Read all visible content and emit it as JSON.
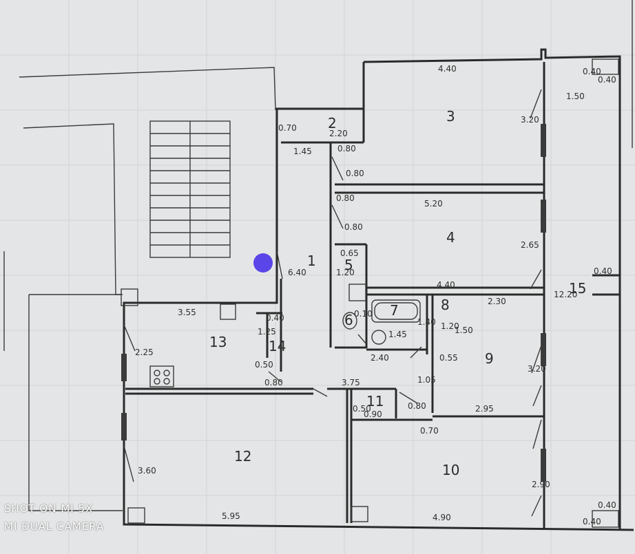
{
  "rooms": [
    "1",
    "2",
    "3",
    "4",
    "5",
    "6",
    "7",
    "8",
    "9",
    "10",
    "11",
    "12",
    "13",
    "14",
    "15"
  ],
  "dimensions": {
    "r2_w": "2.20",
    "r2_side": "0.70",
    "corr_w": "1.45",
    "d_08a": "0.80",
    "d_08b": "0.80",
    "d_08c": "0.80",
    "d_08d": "0.80",
    "r3_w": "4.40",
    "r3_h": "3.20",
    "r4_w": "5.20",
    "r4_h": "2.65",
    "r5_a": "0.65",
    "r5_b": "1.20",
    "r1_h": "6.40",
    "r6_w": "4.40",
    "r6_x": "0.10",
    "r7_w": "1.45",
    "r7_h": "1.40",
    "r8_a": "1.20",
    "r8_b": "1.50",
    "r9_w": "2.30",
    "r9_a": "0.55",
    "r9_h": "3.20",
    "r9_c": "1.05",
    "r9_d": "2.40",
    "r9_b": "2.95",
    "r10_w": "4.90",
    "r10_h": "2.90",
    "r10_d": "0.70",
    "r10_e": "0.80",
    "r11_a": "0.50",
    "r11_b": "0.90",
    "r12_w": "5.95",
    "r12_h": "3.60",
    "r13_w": "3.55",
    "r13_h": "2.25",
    "r13_d": "0.80",
    "r14_a": "1.25",
    "r14_b": "0.40",
    "r14_c": "0.50",
    "r15_h": "12.20",
    "r15_a": "0.40",
    "r15_b": "1.50",
    "corner_a": "0.40",
    "corner_b": "0.40",
    "corner_c": "0.40",
    "corner_d": "0.40",
    "hall_w": "3.75"
  },
  "watermark": {
    "line1": "SHOT ON MI 5X",
    "line2": "MI DUAL CAMERA"
  }
}
